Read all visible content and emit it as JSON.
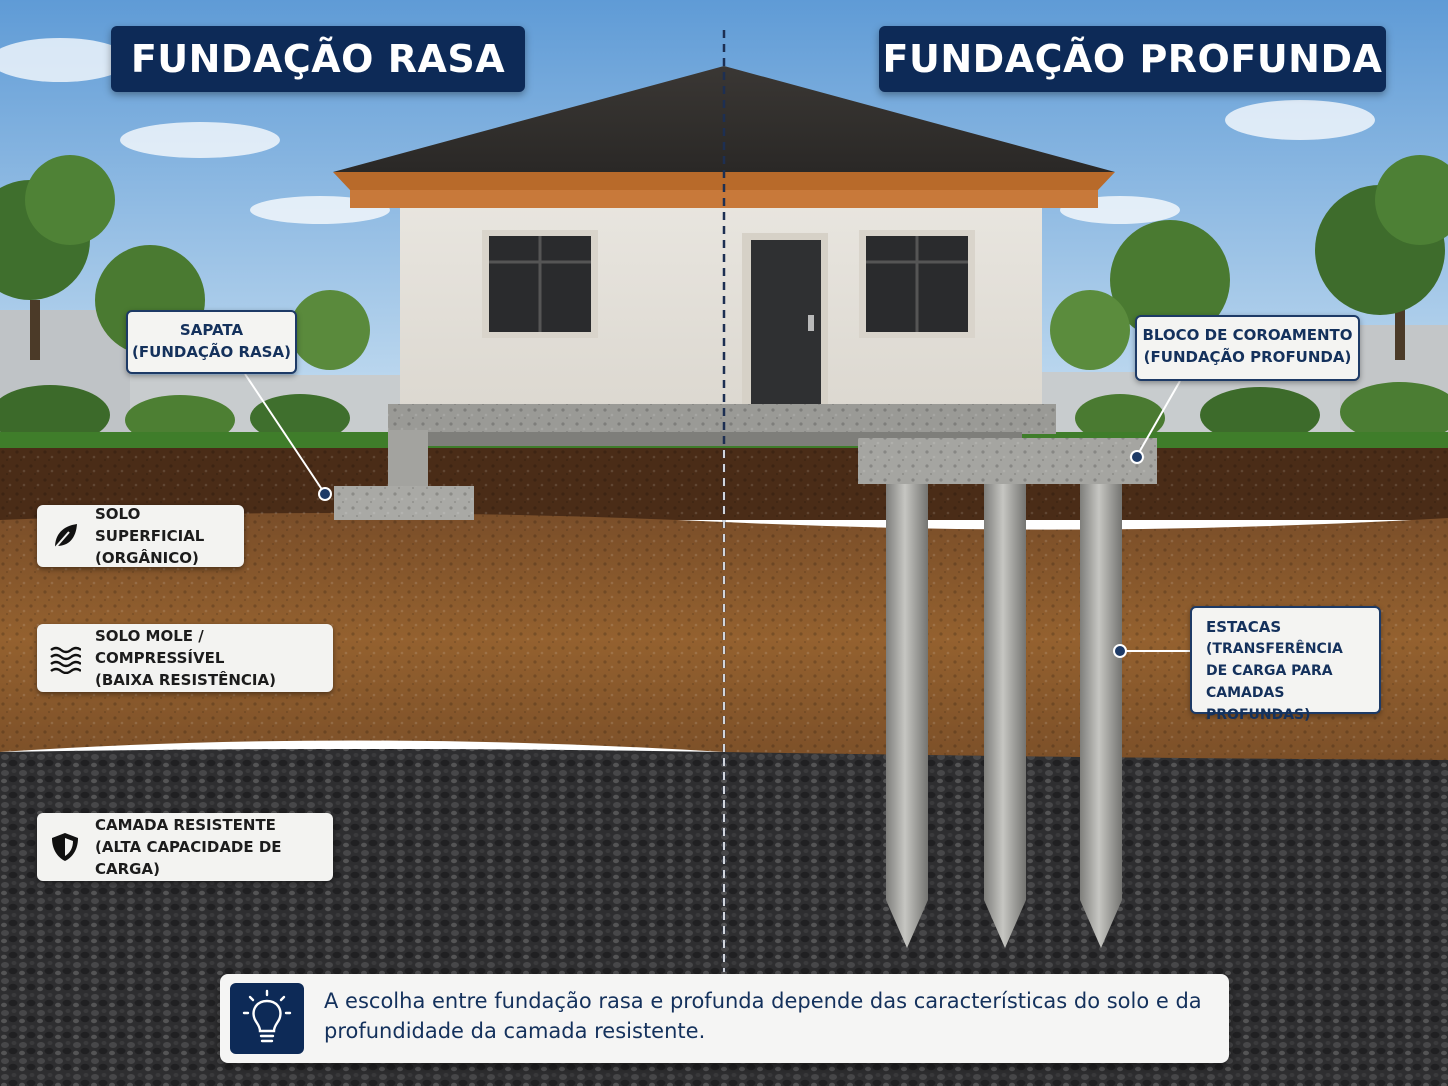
{
  "titles": {
    "left": "FUNDAÇÃO RASA",
    "right": "FUNDAÇÃO PROFUNDA"
  },
  "labels": {
    "sapata": {
      "line1": "SAPATA",
      "line2": "(FUNDAÇÃO RASA)"
    },
    "bloco": {
      "line1": "BLOCO DE COROAMENTO",
      "line2": "(FUNDAÇÃO PROFUNDA)"
    },
    "estacas": {
      "line1": "ESTACAS",
      "line2": "(TRANSFERÊNCIA",
      "line3": "DE CARGA PARA",
      "line4": "CAMADAS PROFUNDAS)"
    }
  },
  "soil_layers": [
    {
      "line1": "SOLO SUPERFICIAL",
      "line2": "(ORGÂNICO)",
      "icon": "leaf-icon"
    },
    {
      "line1": "SOLO MOLE / COMPRESSÍVEL",
      "line2": "(BAIXA RESISTÊNCIA)",
      "icon": "waves-icon"
    },
    {
      "line1": "CAMADA RESISTENTE",
      "line2": "(ALTA CAPACIDADE DE CARGA)",
      "icon": "shield-icon"
    }
  ],
  "note": {
    "text": "A escolha entre fundação rasa e profunda depende das características do solo e da profundidade da camada resistente.",
    "icon": "lightbulb-icon"
  },
  "colors": {
    "banner": "#0d2a57",
    "label_text": "#14315c",
    "topsoil": "#4a2c17",
    "soft_soil": "#8a5a30",
    "resistant_layer": "#2e2e30",
    "concrete": "#9a9a96",
    "sky": "#6ea6db"
  }
}
